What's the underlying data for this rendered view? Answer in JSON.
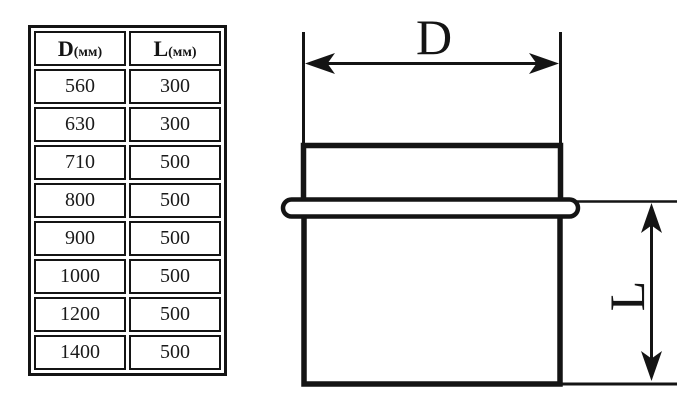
{
  "table": {
    "header": {
      "d_main": "D",
      "d_unit": "(мм)",
      "l_main": "L",
      "l_unit": "(мм)"
    },
    "rows": [
      {
        "d": "560",
        "l": "300"
      },
      {
        "d": "630",
        "l": "300"
      },
      {
        "d": "710",
        "l": "500"
      },
      {
        "d": "800",
        "l": "500"
      },
      {
        "d": "900",
        "l": "500"
      },
      {
        "d": "1000",
        "l": "500"
      },
      {
        "d": "1200",
        "l": "500"
      },
      {
        "d": "1400",
        "l": "500"
      }
    ]
  },
  "diagram": {
    "d_label": "D",
    "l_label": "L"
  },
  "colors": {
    "ink": "#141414",
    "background": "#ffffff"
  }
}
